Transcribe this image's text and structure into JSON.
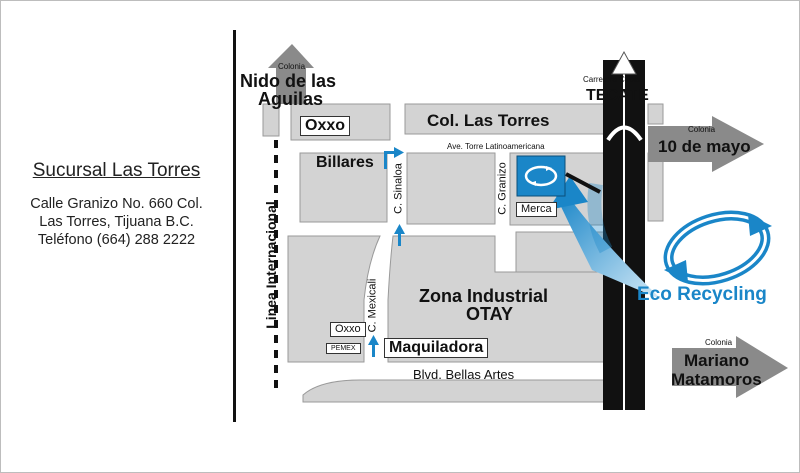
{
  "branch": {
    "title": "Sucursal Las Torres",
    "address_line1": "Calle Granizo No. 660  Col.",
    "address_line2": "Las Torres, Tijuana B.C.",
    "phone": "Teléfono (664) 288 2222"
  },
  "map": {
    "colonia_tag": "Colonia",
    "nido_line1": "Nido de las",
    "nido_line2": "Aguilas",
    "carretera_tag": "Carretera Cuota",
    "tecate": "TECATE",
    "oxxo_top": "Oxxo",
    "col_las_torres": "Col. Las Torres",
    "billares": "Billares",
    "ave_torre": "Ave. Torre Latinoamericana",
    "c_sinaloa": "C. Sinaloa",
    "c_granizo": "C. Granizo",
    "mercado": "Merca",
    "diez_mayo": "10 de mayo",
    "linea_internacional": "Linea  Internacional",
    "c_mexicali": "C. Mexicali",
    "zona_line1": "Zona Industrial",
    "zona_line2": "OTAY",
    "oxxo_bottom": "Oxxo",
    "pemex": "PEMEX",
    "maquiladora": "Maquiladora",
    "blvd": "Blvd. Bellas Artes",
    "mariano_line1": "Mariano",
    "mariano_line2": "Matamoros",
    "brand": "Eco Recycling"
  },
  "colors": {
    "block_gray": "#d3d3d3",
    "brand_blue": "#1a86c8",
    "arrow_gray": "#8a8a8a",
    "road_black": "#111111"
  }
}
